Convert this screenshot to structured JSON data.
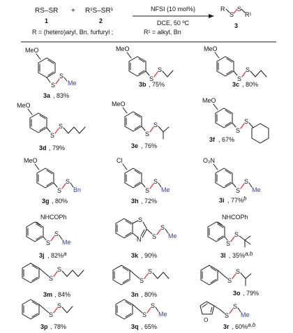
{
  "reaction": {
    "reagent1": "RS–SR",
    "reagent1_num": "1",
    "plus": "+",
    "reagent2": "R¹S–SR¹",
    "reagent2_num": "2",
    "catalyst": "NFSI (10 mol%)",
    "conditions": "DCE, 50 ºC",
    "product_num": "3",
    "scope_note_r": "R = (hetero)aryl, Bn, furfuryl ;",
    "scope_note_r1": "R¹ = alkyl, Bn"
  },
  "atoms": {
    "s": "S",
    "meo": "MeO",
    "me": "Me",
    "bn": "Bn",
    "cl": "Cl",
    "no2": "O₂N",
    "nhcoph": "NHCOPh",
    "n": "N",
    "o": "O",
    "r": "R",
    "r1": "R¹"
  },
  "products": [
    {
      "id": "3a",
      "yield": "83%",
      "note": ""
    },
    {
      "id": "3b",
      "yield": "75%",
      "note": ""
    },
    {
      "id": "3c",
      "yield": "80%",
      "note": ""
    },
    {
      "id": "3d",
      "yield": "79%",
      "note": ""
    },
    {
      "id": "3e",
      "yield": "76%",
      "note": ""
    },
    {
      "id": "3f",
      "yield": "67%",
      "note": ""
    },
    {
      "id": "3g",
      "yield": "80%",
      "note": ""
    },
    {
      "id": "3h",
      "yield": "72%",
      "note": ""
    },
    {
      "id": "3i",
      "yield": "77%",
      "note": "b"
    },
    {
      "id": "3j",
      "yield": "82%",
      "note": "a"
    },
    {
      "id": "3k",
      "yield": "90%",
      "note": ""
    },
    {
      "id": "3l",
      "yield": "35%",
      "note": "a,b"
    },
    {
      "id": "3m",
      "yield": "84%",
      "note": ""
    },
    {
      "id": "3n",
      "yield": "80%",
      "note": ""
    },
    {
      "id": "3o",
      "yield": "79%",
      "note": ""
    },
    {
      "id": "3p",
      "yield": "78%",
      "note": ""
    },
    {
      "id": "3q",
      "yield": "65%",
      "note": ""
    },
    {
      "id": "3r",
      "yield": "60%",
      "note": "a,b"
    }
  ],
  "colors": {
    "disulfide_bond": "#e0393b",
    "r1_group": "#3b3b9e",
    "text": "#111111"
  }
}
